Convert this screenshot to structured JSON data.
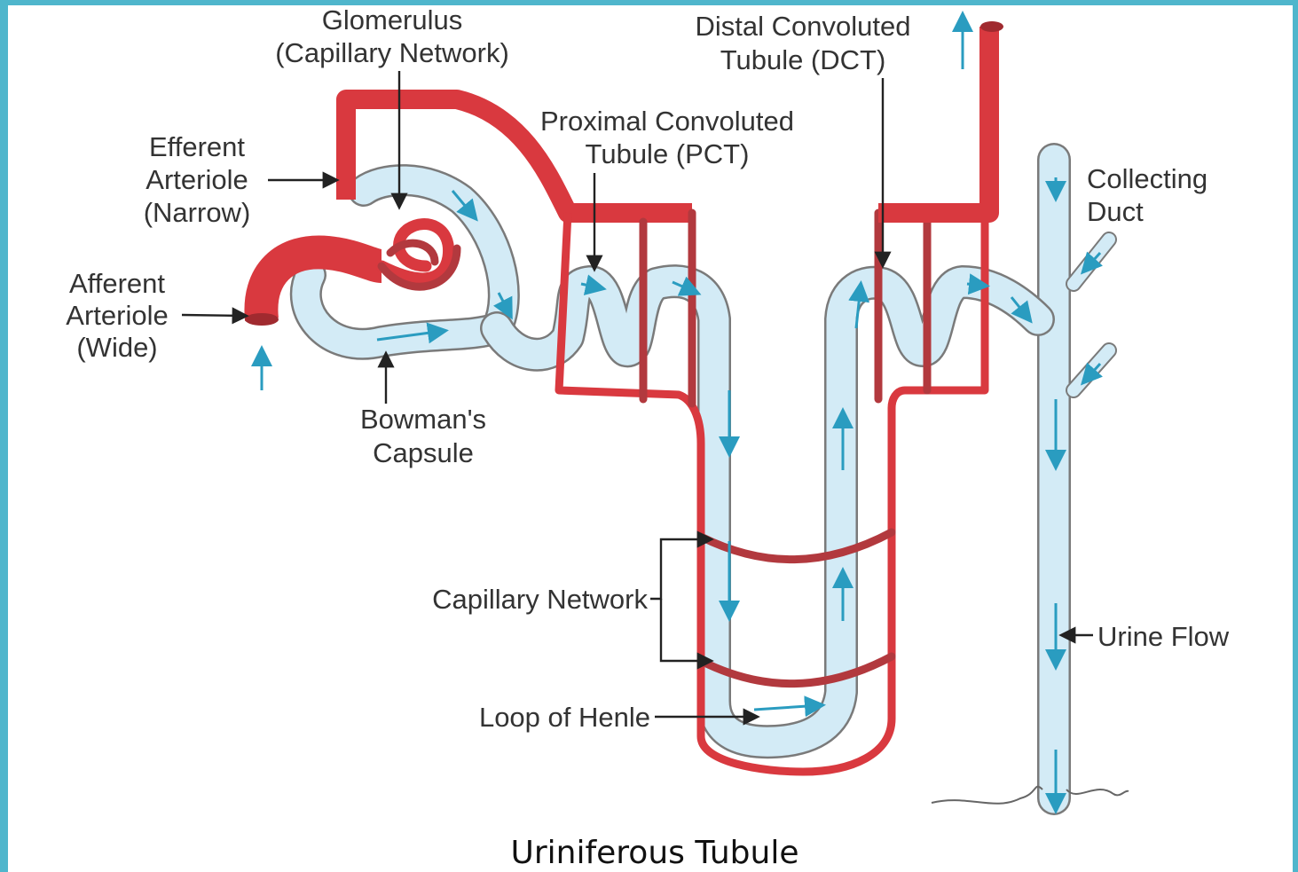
{
  "diagram": {
    "title": "Uriniferous Tubule",
    "labels": {
      "glomerulus": [
        "Glomerulus",
        "(Capillary Network)"
      ],
      "efferent": [
        "Efferent",
        "Arteriole",
        "(Narrow)"
      ],
      "afferent": [
        "Afferent",
        "Arteriole",
        "(Wide)"
      ],
      "bowman": [
        "Bowman's",
        "Capsule"
      ],
      "pct": [
        "Proximal Convoluted",
        "Tubule (PCT)"
      ],
      "dct": [
        "Distal Convoluted",
        "Tubule (DCT)"
      ],
      "collecting": [
        "Collecting",
        "Duct"
      ],
      "capillary": "Capillary Network",
      "henle": "Loop of Henle",
      "urine": "Urine Flow"
    },
    "colors": {
      "frame": "#4fb6cc",
      "blood_vessel": "#d9393f",
      "tubule_fill": "#d3ebf6",
      "flow_arrow": "#2a9cc0"
    }
  }
}
